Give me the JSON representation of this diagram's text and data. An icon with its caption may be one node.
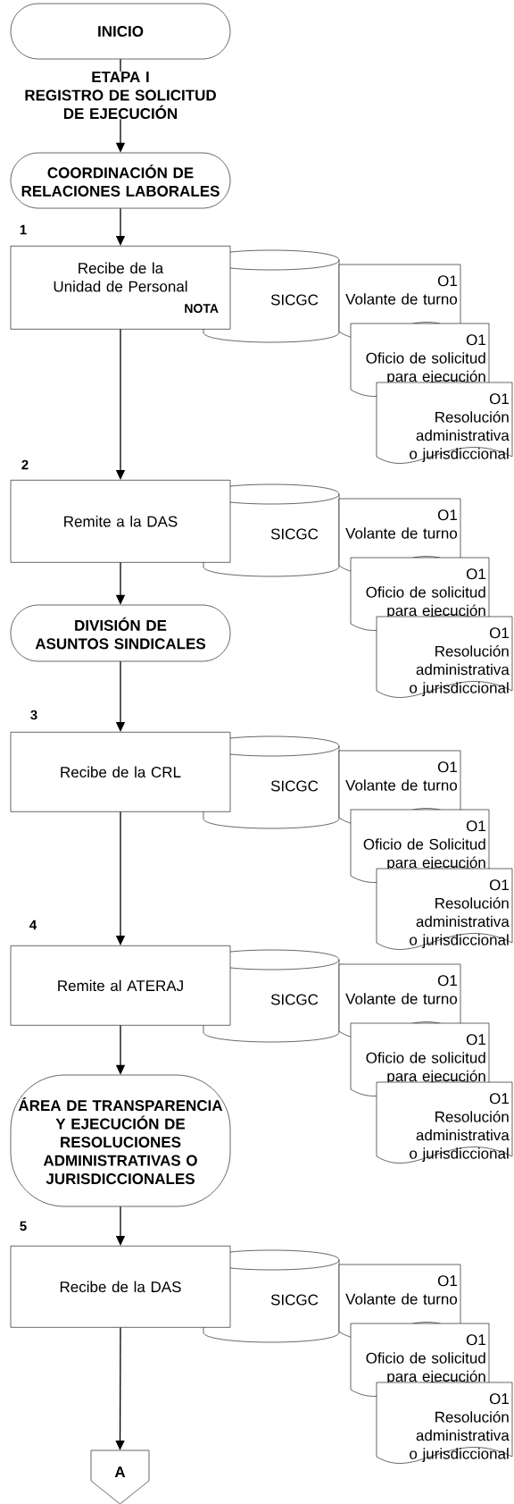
{
  "diagram": {
    "nodes": [
      {
        "text": [
          "INICIO"
        ]
      },
      {
        "text": [
          "ETAPA I",
          "REGISTRO DE SOLICITUD DE EJECUCIÓN"
        ]
      },
      {
        "text": [
          "COORDINACIÓN DE RELACIONES LABORALES"
        ]
      },
      {
        "text": [
          "Recibe de la Unidad de Personal",
          "NOTA"
        ],
        "beside": [
          "1"
        ]
      },
      {
        "text": [
          "SICGC"
        ]
      },
      {
        "text": [
          "O1",
          "Volante de turno"
        ]
      },
      {
        "text": [
          "O1",
          "Oficio de solicitud para ejecución"
        ]
      },
      {
        "text": [
          "O1",
          "Resolución administrativa o jurisdiccional"
        ]
      },
      {
        "text": [
          "Remite a la DAS"
        ],
        "beside": [
          "2"
        ]
      },
      {
        "text": [
          "SICGC"
        ]
      },
      {
        "text": [
          "O1",
          "Volante de turno"
        ]
      },
      {
        "text": [
          "O1",
          "Oficio de solicitud para ejecución"
        ]
      },
      {
        "text": [
          "O1",
          "Resolución administrativa o jurisdiccional"
        ]
      },
      {
        "text": [
          "DIVISIÓN DE ASUNTOS SINDICALES"
        ]
      },
      {
        "text": [
          "Recibe de la CRL"
        ],
        "beside": [
          "3"
        ]
      },
      {
        "text": [
          "SICGC"
        ]
      },
      {
        "text": [
          "O1",
          "Volante de turno"
        ]
      },
      {
        "text": [
          "O1",
          "Oficio de Solicitud para ejecución"
        ]
      },
      {
        "text": [
          "O1",
          "Resolución administrativa o jurisdiccional"
        ]
      },
      {
        "text": [
          "Remite  al ATERAJ"
        ],
        "beside": [
          "4"
        ]
      },
      {
        "text": [
          "SICGC"
        ]
      },
      {
        "text": [
          "O1",
          "Volante de turno"
        ]
      },
      {
        "text": [
          "O1",
          "Oficio de solicitud para ejecución"
        ]
      },
      {
        "text": [
          "O1",
          "Resolución administrativa o jurisdiccional"
        ]
      },
      {
        "text": [
          "ÁREA DE TRANSPARENCIA Y EJECUCIÓN DE RESOLUCIONES ADMINISTRATIVAS O JURISDICCIONALES"
        ]
      },
      {
        "text": [
          "Recibe de la DAS"
        ],
        "beside": [
          "5"
        ]
      },
      {
        "text": [
          "SICGC"
        ]
      },
      {
        "text": [
          "O1",
          "Volante de turno"
        ]
      },
      {
        "text": [
          "O1",
          "Oficio de solicitud para ejecución"
        ]
      },
      {
        "text": [
          "O1",
          "Resolución administrativa o jurisdiccional"
        ]
      },
      {
        "text": [
          "A"
        ]
      }
    ],
    "edges": [
      {
        "from": 0,
        "to": 1,
        "arrow": "none"
      },
      {
        "from": 1,
        "to": 2,
        "arrow": "to"
      },
      {
        "from": 2,
        "to": 3,
        "arrow": "to"
      },
      {
        "from": 3,
        "to": 8,
        "arrow": "to"
      },
      {
        "from": 8,
        "to": 13,
        "arrow": "to"
      },
      {
        "from": 13,
        "to": 14,
        "arrow": "to"
      },
      {
        "from": 14,
        "to": 19,
        "arrow": "to"
      },
      {
        "from": 19,
        "to": 24,
        "arrow": "to"
      },
      {
        "from": 24,
        "to": 25,
        "arrow": "to"
      },
      {
        "from": 25,
        "to": 30,
        "arrow": "to"
      }
    ]
  }
}
